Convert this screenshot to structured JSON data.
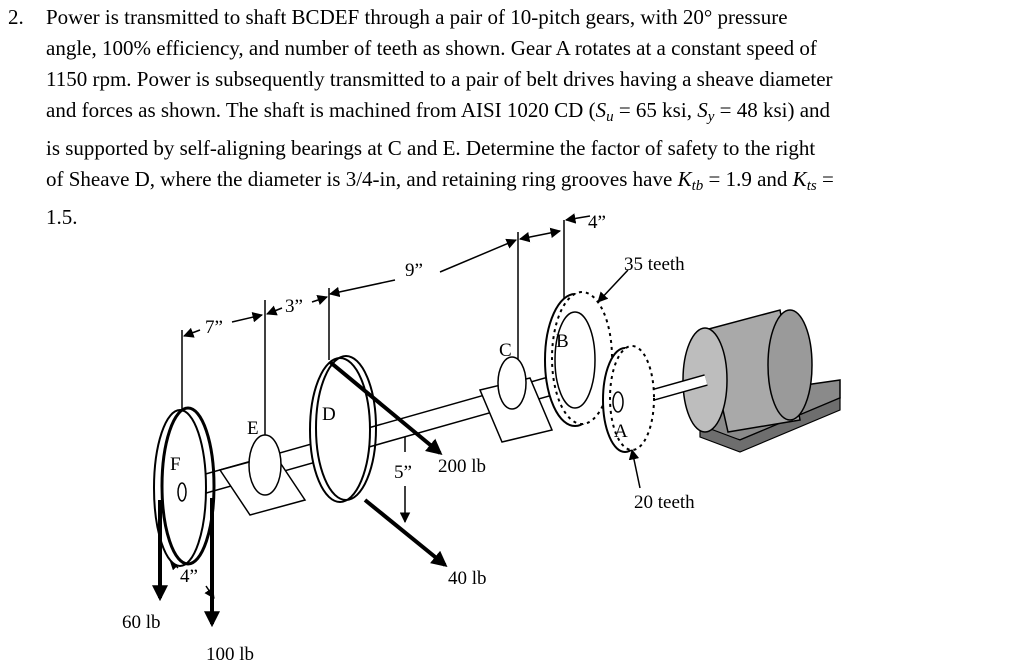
{
  "problem": {
    "number": "2.",
    "lines": [
      "Power is transmitted to shaft BCDEF through a pair of 10-pitch gears, with 20° pressure",
      "angle, 100% efficiency, and number of teeth as shown. Gear A rotates at a constant speed of",
      "1150 rpm. Power is subsequently transmitted to a pair of belt drives having a sheave diameter",
      "and forces as shown. The shaft is machined from AISI 1020 CD ("
    ],
    "su_sym": "S",
    "su_sub": "u",
    "su_val": " = 65 ksi, ",
    "sy_sym": "S",
    "sy_sub": "y",
    "sy_val": " = 48 ksi) and",
    "line5": "is supported by self-aligning bearings at C and E. Determine the factor of safety to the right",
    "line6_a": "of Sheave D, where the diameter is 3/4-in, and retaining ring grooves have ",
    "ktb_sym": "K",
    "ktb_sub": "tb",
    "ktb_val": " = 1.9 and ",
    "kts_sym": "K",
    "kts_sub": "ts",
    "kts_val": " =",
    "line7": "1.5."
  },
  "figure": {
    "labels": {
      "dim_4_top": "4”",
      "dim_9": "9”",
      "dim_3": "3”",
      "dim_7": "7”",
      "teeth_35": "35 teeth",
      "teeth_20": "20 teeth",
      "point_b": "B",
      "point_c": "C",
      "point_d": "D",
      "point_e": "E",
      "point_f": "F",
      "point_a": "A",
      "force_200": "200 lb",
      "force_40": "40 lb",
      "force_60": "60 lb",
      "force_100": "100 lb",
      "dim_5": "5”",
      "dim_4_bottom": "4”"
    }
  }
}
